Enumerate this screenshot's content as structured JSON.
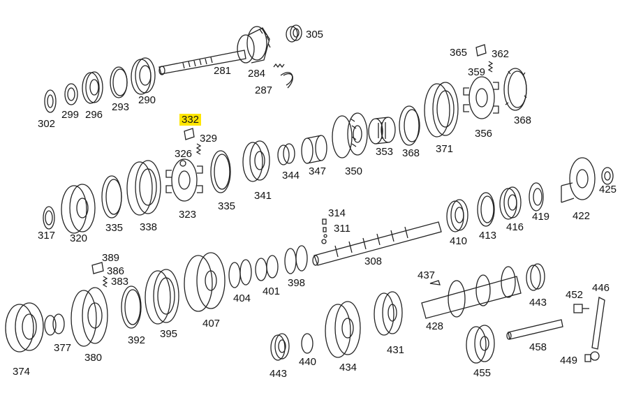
{
  "diagram": {
    "highlighted_part": "332",
    "highlight_color": "#ffe600",
    "line_color": "#222222",
    "part_labels": {
      "p305": "305",
      "p281": "281",
      "p284": "284",
      "p287": "287",
      "p365": "365",
      "p362": "362",
      "p359": "359",
      "p302": "302",
      "p299": "299",
      "p296": "296",
      "p293": "293",
      "p290": "290",
      "p356": "356",
      "p368a": "368",
      "p332": "332",
      "p329": "329",
      "p326": "326",
      "p353": "353",
      "p368b": "368",
      "p371": "371",
      "p344": "344",
      "p347": "347",
      "p350": "350",
      "p341": "341",
      "p323": "323",
      "p335a": "335",
      "p317": "317",
      "p320": "320",
      "p335b": "335",
      "p338": "338",
      "p425": "425",
      "p422": "422",
      "p314": "314",
      "p311": "311",
      "p419": "419",
      "p416": "416",
      "p410": "410",
      "p413": "413",
      "p308": "308",
      "p389": "389",
      "p386": "386",
      "p383": "383",
      "p437": "437",
      "p443a": "443",
      "p452": "452",
      "p446": "446",
      "p404": "404",
      "p401": "401",
      "p398": "398",
      "p407": "407",
      "p428": "428",
      "p374": "374",
      "p377": "377",
      "p380": "380",
      "p392": "392",
      "p395": "395",
      "p458": "458",
      "p449": "449",
      "p440": "440",
      "p431": "431",
      "p434": "434",
      "p443b": "443",
      "p455": "455"
    }
  }
}
